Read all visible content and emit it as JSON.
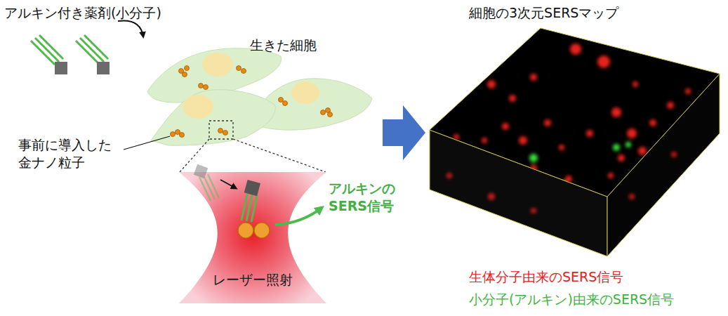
{
  "diagram": {
    "labels": [
      "アルキン付き薬剤(小分子)",
      "生きた細胞",
      "事前に導入した 金ナノ粒子",
      "アルキンの SERS信号",
      "レーザー照射",
      "細胞の3次元SERSマップ",
      "生体分子由来のSERS信号",
      "小分子(アルキン)由来のSERS信号"
    ]
  }
}
